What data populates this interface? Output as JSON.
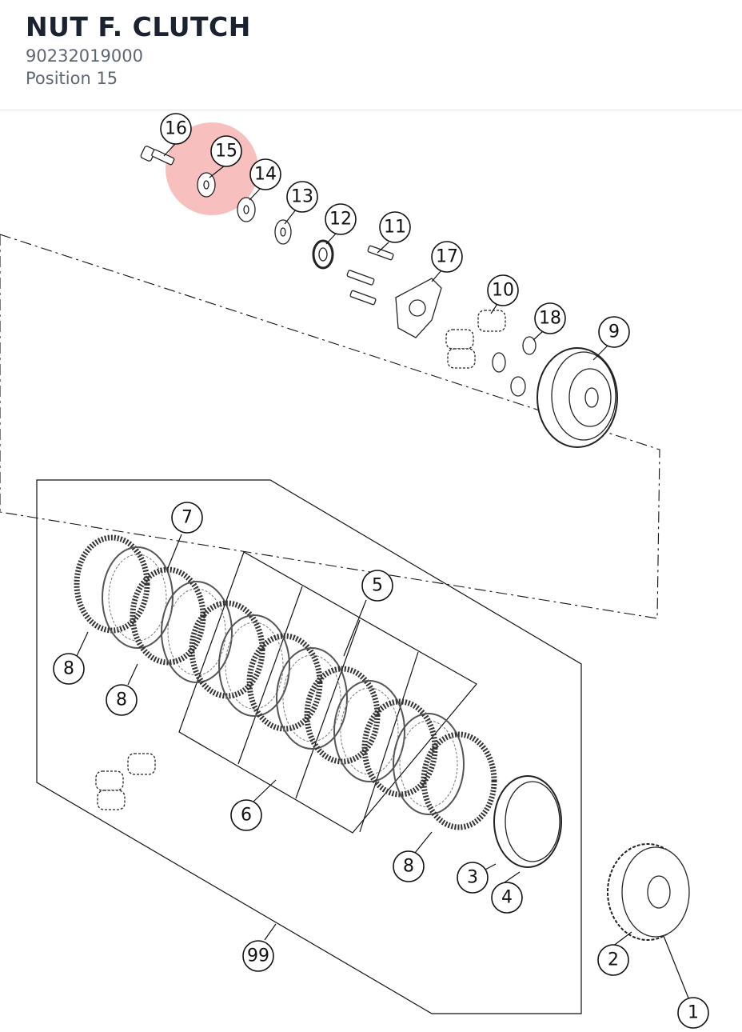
{
  "header": {
    "title": "NUT F. CLUTCH",
    "part_number": "90232019000",
    "position": "Position 15"
  },
  "highlight": {
    "position_label": "15",
    "color": "#f28b8b"
  },
  "callouts": [
    {
      "label": "16"
    },
    {
      "label": "15"
    },
    {
      "label": "14"
    },
    {
      "label": "13"
    },
    {
      "label": "12"
    },
    {
      "label": "11"
    },
    {
      "label": "17"
    },
    {
      "label": "10"
    },
    {
      "label": "18"
    },
    {
      "label": "9"
    },
    {
      "label": "7"
    },
    {
      "label": "5"
    },
    {
      "label": "8"
    },
    {
      "label": "8"
    },
    {
      "label": "6"
    },
    {
      "label": "8"
    },
    {
      "label": "3"
    },
    {
      "label": "4"
    },
    {
      "label": "2"
    },
    {
      "label": "99"
    },
    {
      "label": "1"
    }
  ]
}
